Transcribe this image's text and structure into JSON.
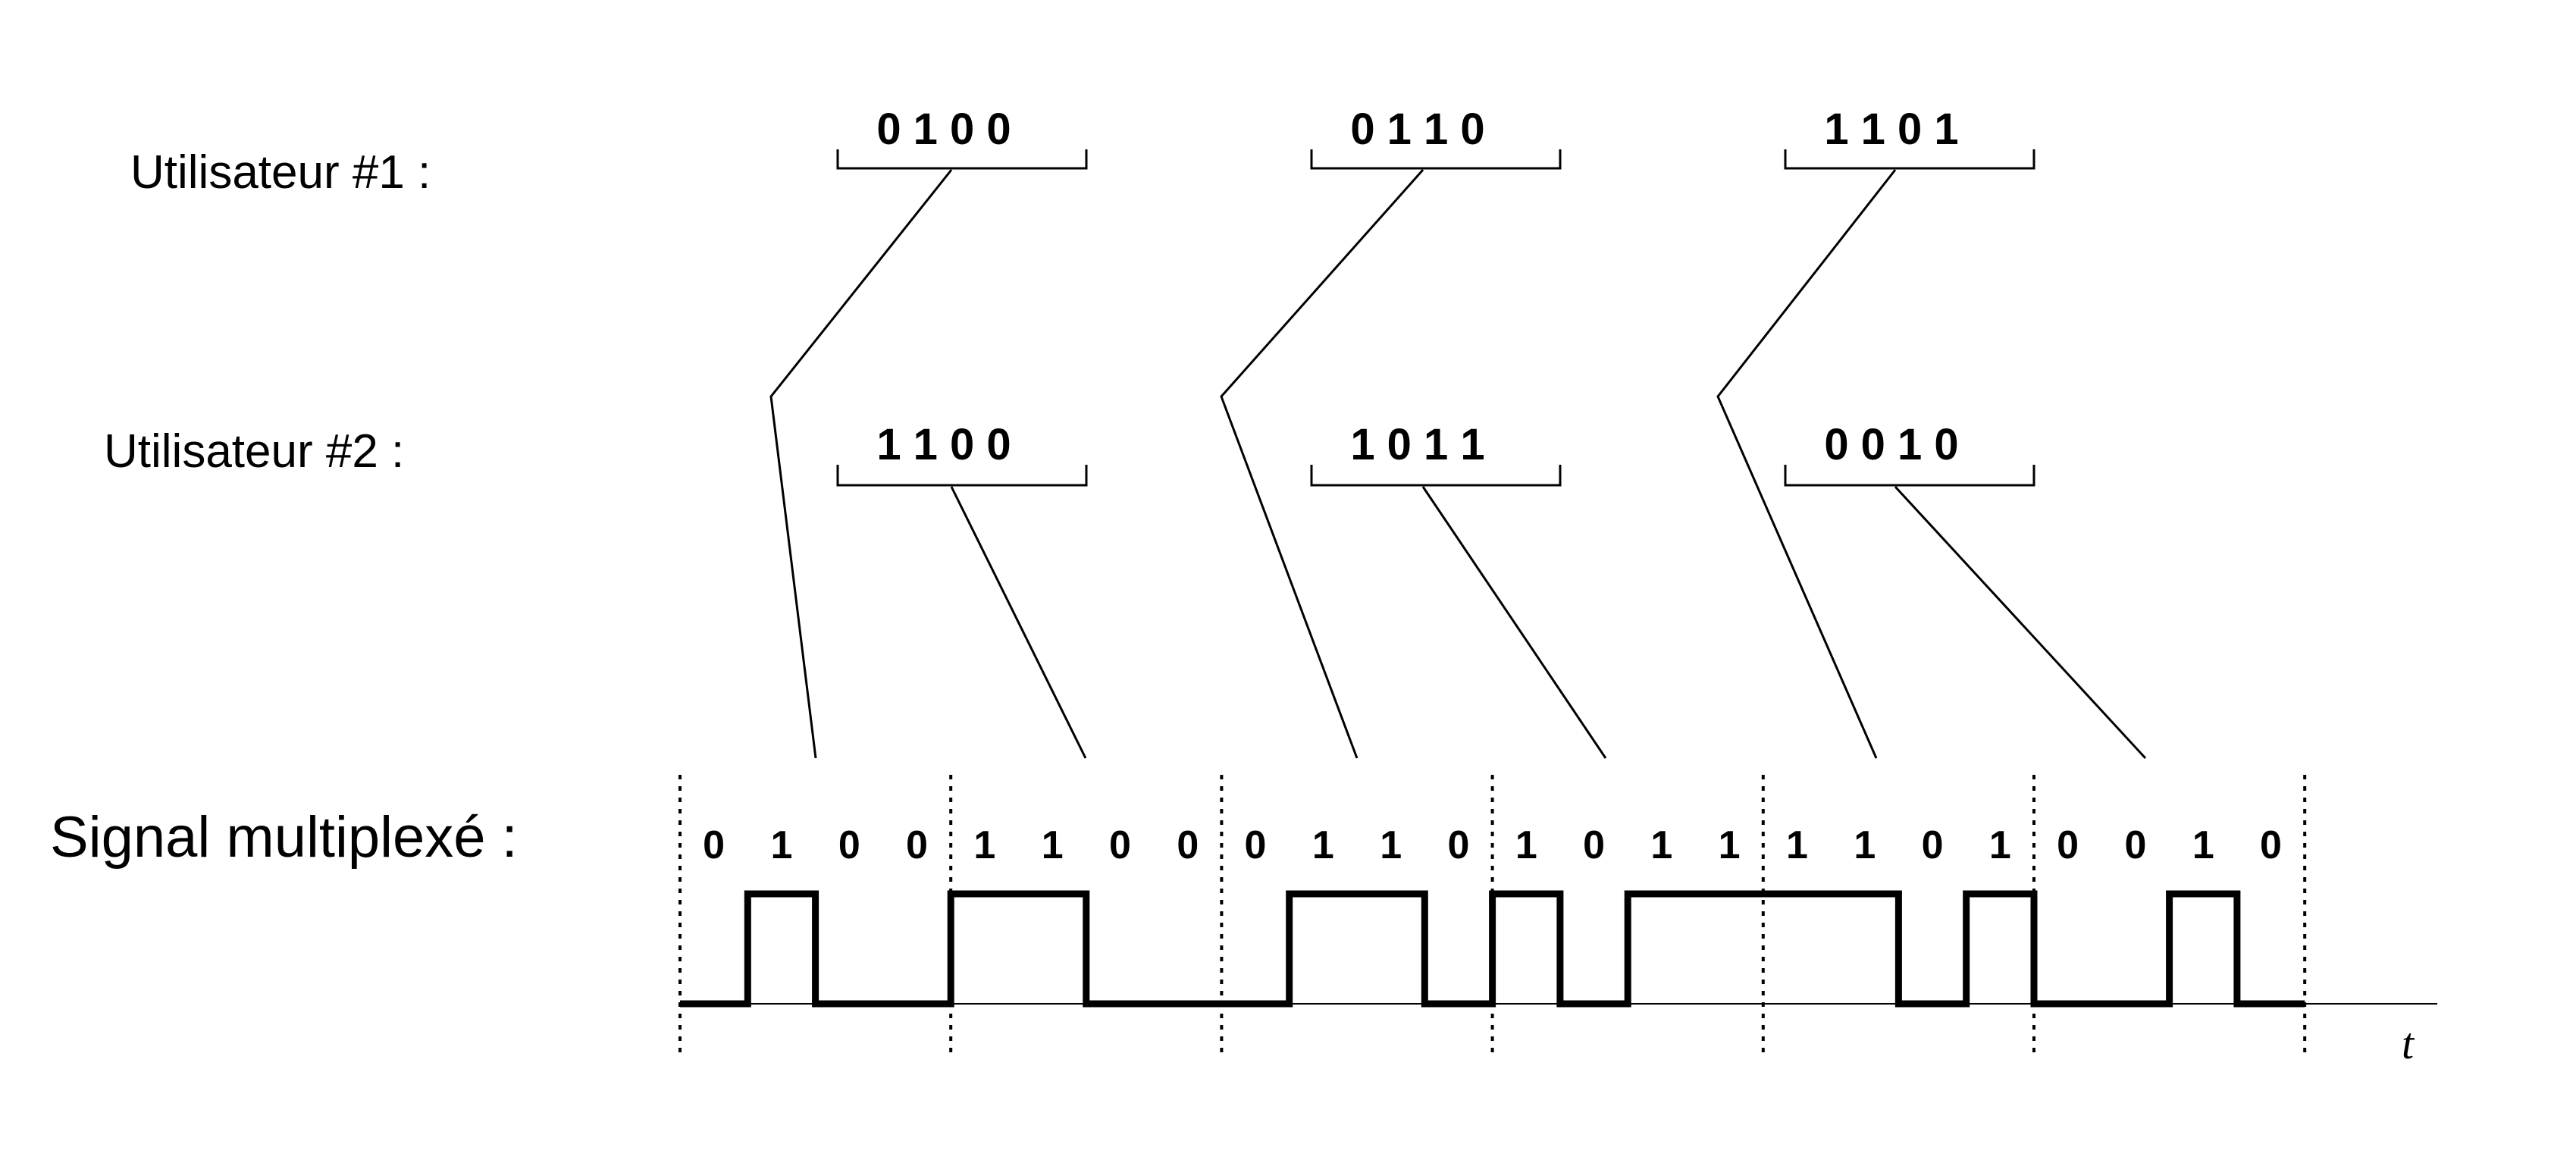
{
  "labels": {
    "user1": "Utilisateur #1 :",
    "user2": "Utilisateur  #2 :",
    "multiplexed": "Signal multiplexé :",
    "time_axis": "t"
  },
  "user1_groups": [
    "0 1 0 0",
    "0 1 1 0",
    "1 1 0 1"
  ],
  "user2_groups": [
    "1 1 0 0",
    "1 0 1 1",
    "0 0 1 0"
  ],
  "multiplexed_bits": [
    0,
    1,
    0,
    0,
    1,
    1,
    0,
    0,
    0,
    1,
    1,
    0,
    1,
    0,
    1,
    1,
    1,
    1,
    0,
    1,
    0,
    0,
    1,
    0
  ],
  "slot_order": [
    {
      "user": 1,
      "group": 0
    },
    {
      "user": 2,
      "group": 0
    },
    {
      "user": 1,
      "group": 1
    },
    {
      "user": 2,
      "group": 1
    },
    {
      "user": 1,
      "group": 2
    },
    {
      "user": 2,
      "group": 2
    }
  ],
  "colors": {
    "ink": "#000000",
    "background": "#ffffff"
  }
}
